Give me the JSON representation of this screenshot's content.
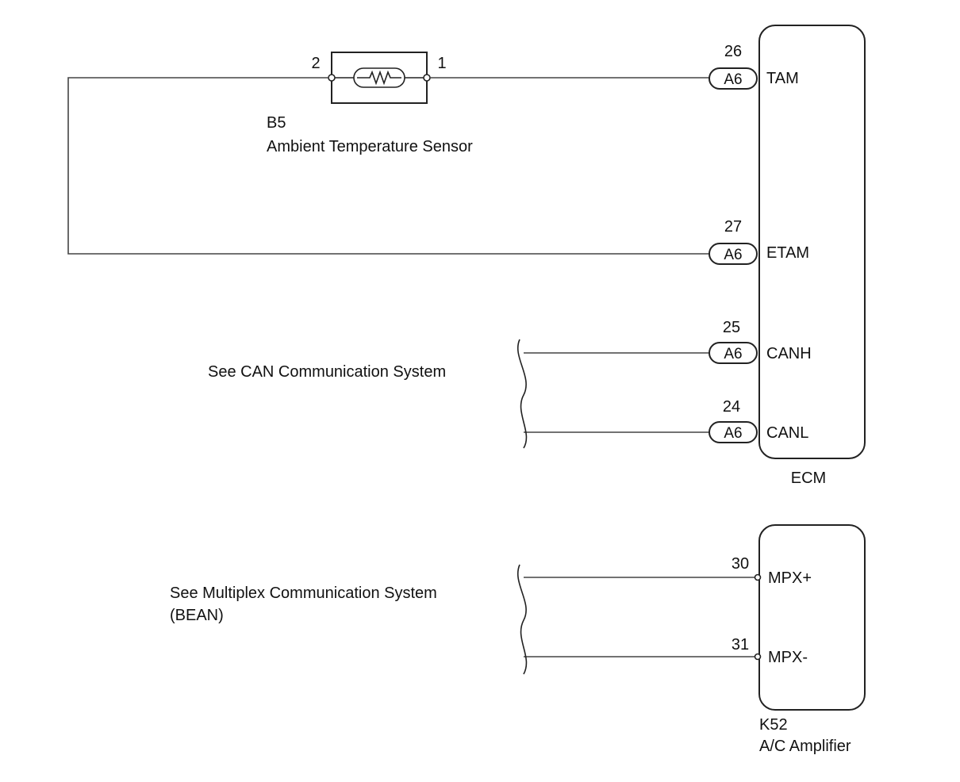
{
  "sensor": {
    "pin_left": "2",
    "pin_right": "1",
    "code": "B5",
    "name": "Ambient Temperature Sensor"
  },
  "ecm": {
    "name": "ECM",
    "pins": [
      {
        "number": "26",
        "connector": "A6",
        "signal": "TAM"
      },
      {
        "number": "27",
        "connector": "A6",
        "signal": "ETAM"
      },
      {
        "number": "25",
        "connector": "A6",
        "signal": "CANH"
      },
      {
        "number": "24",
        "connector": "A6",
        "signal": "CANL"
      }
    ]
  },
  "can_reference": "See CAN Communication System",
  "amplifier": {
    "code": "K52",
    "name": "A/C Amplifier",
    "pins": [
      {
        "number": "30",
        "signal": "MPX+"
      },
      {
        "number": "31",
        "signal": "MPX-"
      }
    ]
  },
  "multiplex_reference": {
    "line1": "See Multiplex Communication System",
    "line2": "(BEAN)"
  }
}
